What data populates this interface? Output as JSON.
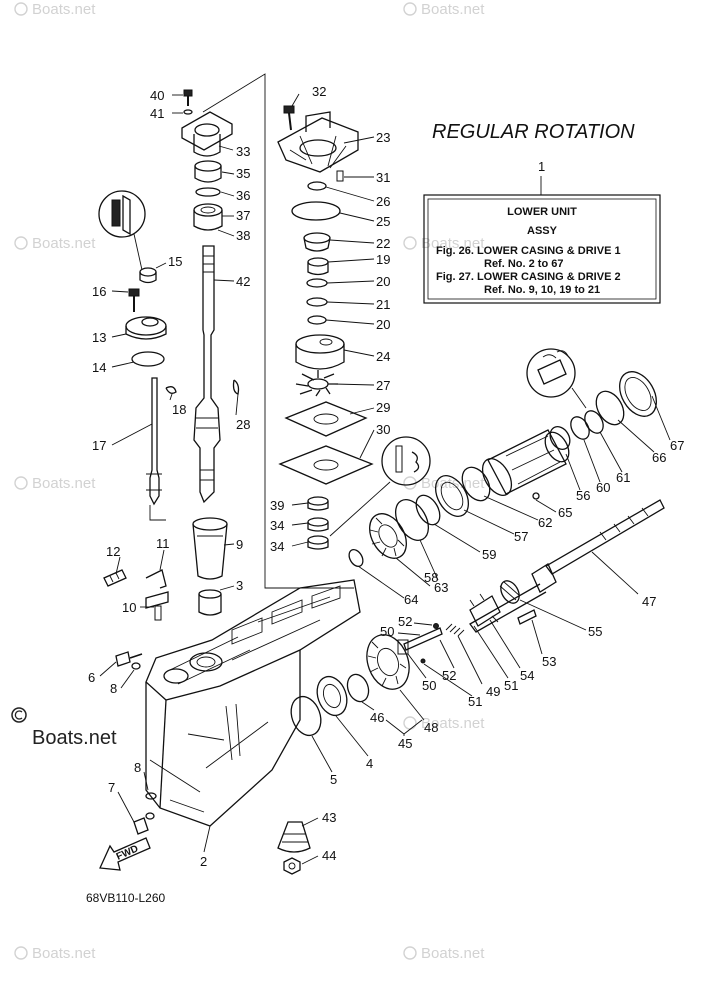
{
  "title": "REGULAR ROTATION",
  "ref_box": {
    "number": "1",
    "lines": [
      "LOWER UNIT",
      "ASSY",
      "Fig. 26. LOWER CASING & DRIVE 1",
      "Ref. No. 2 to 67",
      "Fig. 27. LOWER CASING & DRIVE 2",
      "Ref. No. 9, 10, 19 to 21"
    ]
  },
  "diagram_code": "68VB110-L260",
  "fwd_label": "FWD",
  "watermark": "Boats.net",
  "watermark_large": "Boats.net",
  "callouts": [
    "40",
    "41",
    "33",
    "35",
    "36",
    "37",
    "38",
    "42",
    "15",
    "16",
    "13",
    "14",
    "18",
    "17",
    "28",
    "12",
    "11",
    "10",
    "6",
    "8",
    "32",
    "23",
    "31",
    "26",
    "25",
    "22",
    "19",
    "20",
    "21",
    "20",
    "24",
    "27",
    "29",
    "30",
    "39",
    "34",
    "34",
    "9",
    "3",
    "1",
    "67",
    "66",
    "61",
    "60",
    "56",
    "65",
    "62",
    "57",
    "59",
    "63",
    "58",
    "64",
    "47",
    "52",
    "50",
    "55",
    "53",
    "54",
    "51",
    "49",
    "52",
    "50",
    "51",
    "46",
    "45",
    "48",
    "4",
    "5",
    "8",
    "7",
    "2",
    "43",
    "44"
  ]
}
